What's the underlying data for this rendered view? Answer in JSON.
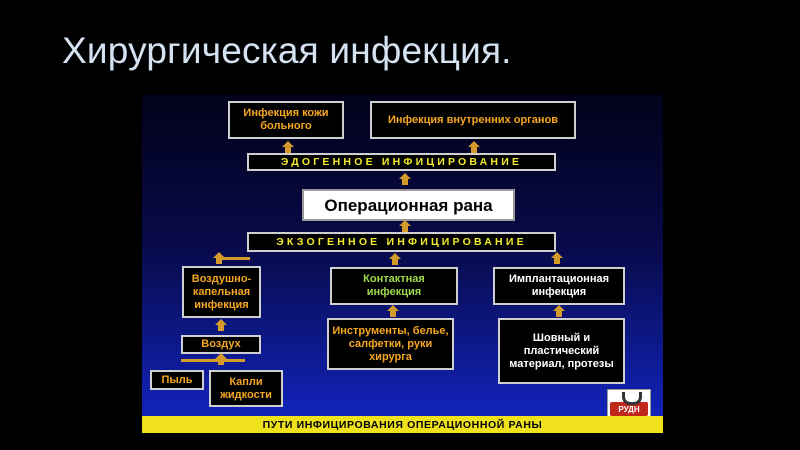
{
  "slide": {
    "title": "Хирургическая инфекция."
  },
  "diagram": {
    "skin_infection": "Инфекция кожи больного",
    "internal_infection": "Инфекция внутренних органов",
    "endogenous": "ЭДОГЕННОЕ ИНФИЦИРОВАНИЕ",
    "wound": "Операционная рана",
    "exogenous": "ЭКЗОГЕННОЕ ИНФИЦИРОВАНИЕ",
    "airborne": "Воздушно-капельная инфекция",
    "contact": "Контактная инфекция",
    "implant": "Имплантационная инфекция",
    "air": "Воздух",
    "dust": "Пыль",
    "drops": "Капли жидкости",
    "instruments": "Инструменты, белье, салфетки, руки хирурга",
    "suture": "Шовный и пластический материал, протезы",
    "footer": "ПУТИ ИНФИЦИРОВАНИЯ ОПЕРАЦИОННОЙ РАНЫ",
    "logo_text": "РУДН"
  },
  "colors": {
    "label_orange": "#f5a623",
    "contact_green": "#9fd94a",
    "strip_yellow": "#f2ea2c",
    "footer_yellow": "#efe21c",
    "arrow": "#d49a2a"
  }
}
